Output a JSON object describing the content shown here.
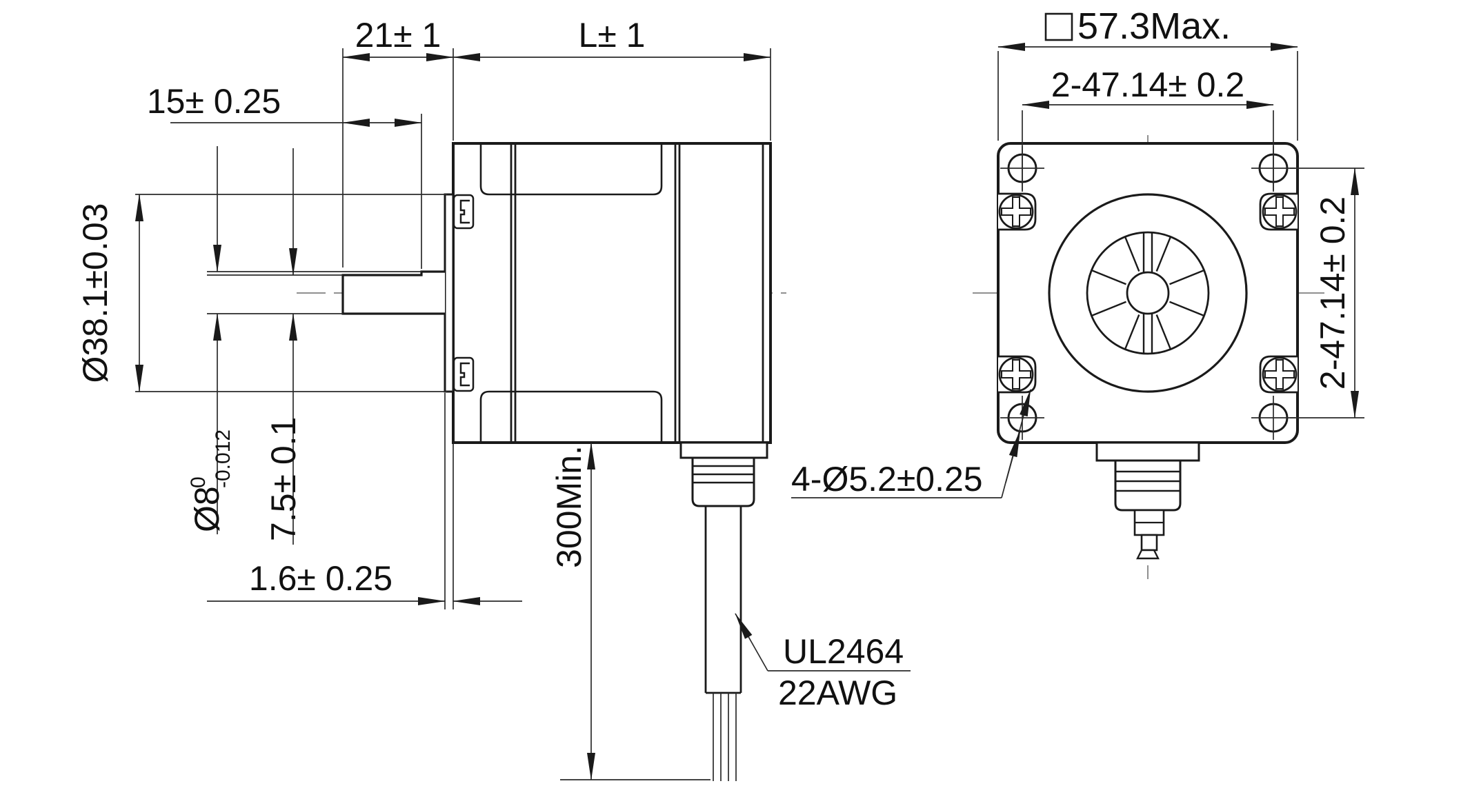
{
  "drawing": {
    "title": "stepper-motor-dimensional-drawing",
    "colors": {
      "line": "#1a1a1a",
      "dimension_line": "#2a2a2a",
      "centerline": "#8f8f8f",
      "background": "#ffffff",
      "text": "#111111"
    },
    "side_view": {
      "dims": {
        "shaft_length": "21± 1",
        "body_length": "L± 1",
        "flat_length": "15± 0.25",
        "pilot_diameter": "Ø38.1±0.03",
        "shaft_diameter": {
          "base": "Ø8",
          "sup": "0",
          "sub": "-0.012"
        },
        "flat_height": "7.5± 0.1",
        "pilot_depth": "1.6± 0.25",
        "lead_length": "300Min."
      },
      "cable_note": {
        "line1": "UL2464",
        "line2": "22AWG"
      }
    },
    "front_view": {
      "dims": {
        "body_width": "57.3Max.",
        "body_width_prefix": "square-symbol",
        "hole_spacing_horizontal": "2-47.14± 0.2",
        "hole_spacing_vertical": "2-47.14± 0.2",
        "mounting_holes": "4-Ø5.2±0.25"
      }
    }
  }
}
